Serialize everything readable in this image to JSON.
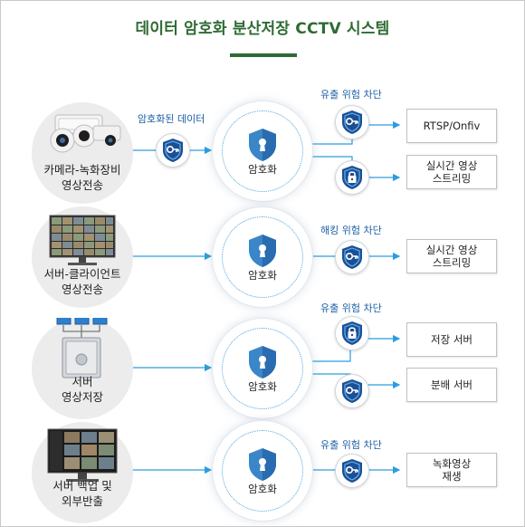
{
  "title": "데이터 암호화 분산저장 CCTV 시스템",
  "colors": {
    "title": "#2e6b33",
    "line": "#2a9de0",
    "badge": "#1d4f95",
    "threat_text": "#1b5fa5",
    "panel": "#ececec"
  },
  "rows": [
    {
      "device_label": "카메라-녹화장비\n영상전송",
      "device_icon": "cctv-cameras-icon",
      "input_label": "암호화된 데이터",
      "encrypt_label": "암호화",
      "threat_label": "유출 위험 차단",
      "outputs": [
        "RTSP/Onfiv",
        "실시간 영상\n스트리밍"
      ]
    },
    {
      "device_label": "서버-클라이언트\n영상전송",
      "device_icon": "video-wall-monitor-icon",
      "encrypt_label": "암호화",
      "threat_label": "해킹 위험 차단",
      "outputs": [
        "실시간 영상\n스트리밍"
      ]
    },
    {
      "device_label": "서버\n영상저장",
      "device_icon": "storage-server-icon",
      "encrypt_label": "암호화",
      "threat_label": "유출 위험 차단",
      "outputs": [
        "저장 서버",
        "분배 서버"
      ]
    },
    {
      "device_label": "서버 백업 및\n외부반출",
      "device_icon": "backup-monitor-icon",
      "encrypt_label": "암호화",
      "threat_label": "유출 위험 차단",
      "outputs": [
        "녹화영상\n재생"
      ]
    }
  ]
}
